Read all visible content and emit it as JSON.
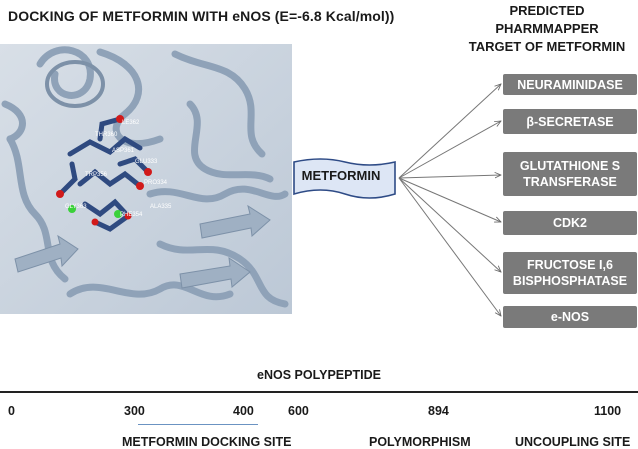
{
  "header": {
    "title": "DOCKING OF METFORMIN WITH eNOS (E=-6.8 Kcal/mol))",
    "predicted_lines": [
      "PREDICTED",
      "PHARMMAPPER",
      "TARGET OF METFORMIN"
    ]
  },
  "structure": {
    "residue_labels": [
      "THR360",
      "LE362",
      "ASP361",
      "GLU333",
      "TRP356",
      "PRO334",
      "GLY363",
      "ALA335",
      "PHE354"
    ]
  },
  "center_label": "METFORMIN",
  "targets": [
    "NEURAMINIDASE",
    "β-SECRETASE",
    "GLUTATHIONE S TRANSFERASE",
    "CDK2",
    "FRUCTOSE I,6 BISPHOSPHATASE",
    "e-NOS"
  ],
  "polypeptide": {
    "title": "eNOS POLYPEPTIDE",
    "ticks": [
      "0",
      "300",
      "400",
      "600",
      "894",
      "1100"
    ],
    "sites": [
      "METFORMIN DOCKING SITE",
      "POLYMORPHISM",
      "UNCOUPLING SITE"
    ]
  },
  "colors": {
    "ribbon": "#8fa2b8",
    "background": "#c9d3de",
    "stick": "#2f4a80",
    "oxygen": "#d11a1a",
    "target_box": "#7a7a7a",
    "docking_line": "#6b93c2"
  }
}
